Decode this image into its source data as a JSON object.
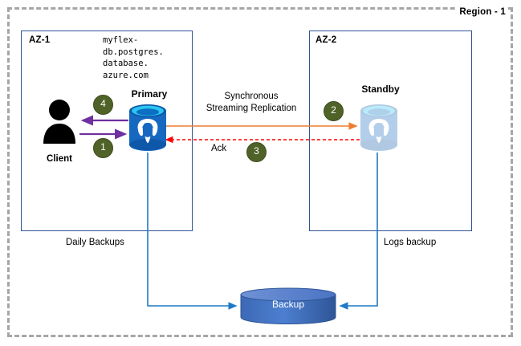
{
  "diagram": {
    "region": {
      "label": "Region - 1"
    },
    "zones": [
      {
        "id": "az1",
        "label": "AZ-1"
      },
      {
        "id": "az2",
        "label": "AZ-2"
      }
    ],
    "hostname": "myflex-\ndb.postgres.\ndatabase.\nazure.com",
    "nodes": {
      "client": {
        "label": "Client",
        "icon": "user-icon"
      },
      "primary": {
        "label": "Primary",
        "icon": "postgresql-database-icon"
      },
      "standby": {
        "label": "Standby",
        "icon": "postgresql-database-icon"
      },
      "backup": {
        "label": "Backup",
        "icon": "storage-cylinder-icon"
      }
    },
    "connections": {
      "replication_label": "Synchronous\nStreaming Replication",
      "ack_label": "Ack",
      "daily_backups_label": "Daily Backups",
      "logs_backup_label": "Logs backup"
    },
    "steps": [
      {
        "number": "1",
        "describes": "client-request-to-primary"
      },
      {
        "number": "2",
        "describes": "primary-to-standby-replication"
      },
      {
        "number": "3",
        "describes": "standby-ack-to-primary"
      },
      {
        "number": "4",
        "describes": "primary-response-to-client"
      }
    ],
    "colors": {
      "region_border": "#a6a6a6",
      "zone_border": "#2e5496",
      "client_arrow": "#7030a0",
      "replication_arrow": "#ed7d31",
      "ack_arrow": "#ff0000",
      "backup_line": "#1f7ac4",
      "badge_fill": "#4f6228",
      "primary_icon": "#1668c1",
      "backup_fill": "#4472c4"
    }
  }
}
